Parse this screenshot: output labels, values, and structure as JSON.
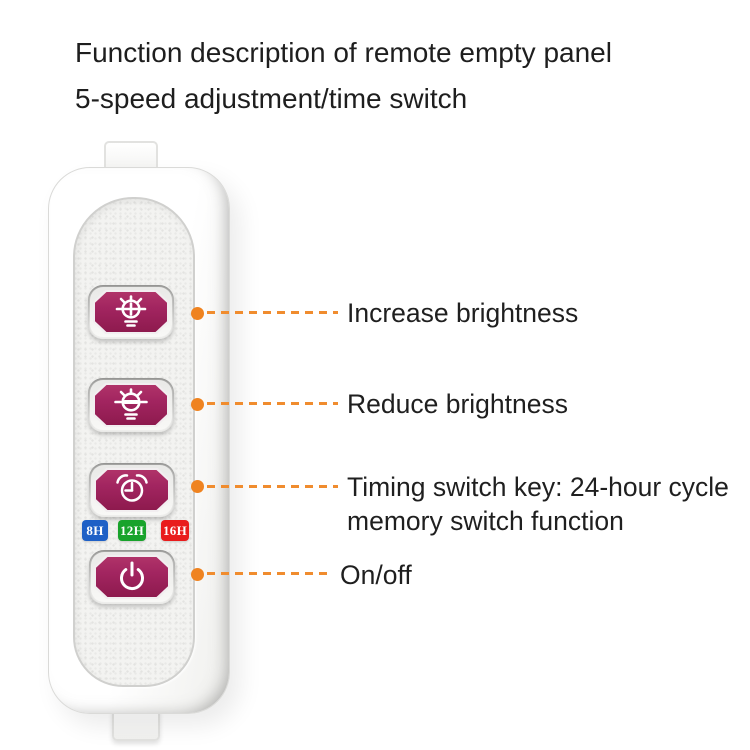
{
  "title": {
    "line1": "Function description of remote empty panel",
    "line2": "5-speed adjustment/time switch"
  },
  "annotations": [
    {
      "label": "Increase brightness"
    },
    {
      "label": "Reduce brightness"
    },
    {
      "label": "Timing switch key: 24-hour cycle memory switch function"
    },
    {
      "label": "On/off"
    }
  ],
  "remote": {
    "buttons": [
      {
        "name": "increase-brightness",
        "icon": "bulb-plus-icon"
      },
      {
        "name": "reduce-brightness",
        "icon": "bulb-minus-icon"
      },
      {
        "name": "timing-switch",
        "icon": "alarm-clock-icon"
      },
      {
        "name": "power",
        "icon": "power-icon"
      }
    ],
    "badges": [
      {
        "label": "8H",
        "color": "#1e60c6"
      },
      {
        "label": "12H",
        "color": "#18a32b"
      },
      {
        "label": "16H",
        "color": "#e91c1c"
      }
    ]
  },
  "colors": {
    "button_magenta": "#a22560",
    "connector_orange": "#ef8320",
    "badge_blue": "#1e60c6",
    "badge_green": "#18a32b",
    "badge_red": "#e91c1c"
  }
}
